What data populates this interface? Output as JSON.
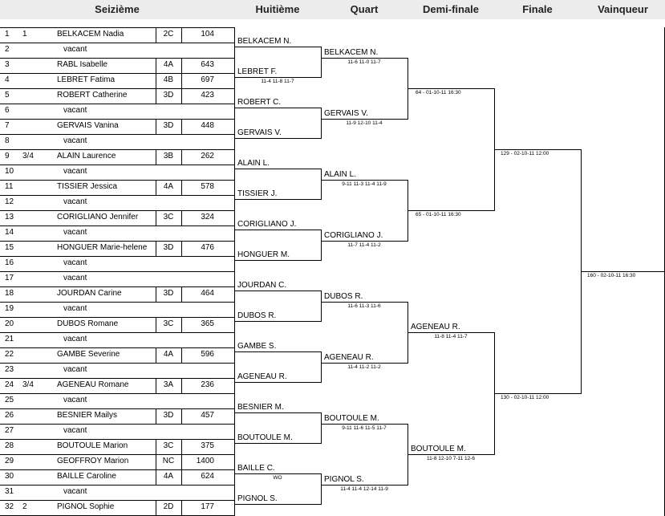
{
  "headers": [
    "Seizième",
    "Huitième",
    "Quart",
    "Demi-finale",
    "Finale",
    "Vainqueur"
  ],
  "seizieme": [
    {
      "num": "1",
      "seed": "1",
      "name": "BELKACEM Nadia",
      "club": "2C",
      "pts": "104"
    },
    {
      "num": "2",
      "seed": "",
      "name": "vacant",
      "club": "",
      "pts": ""
    },
    {
      "num": "3",
      "seed": "",
      "name": "RABL Isabelle",
      "club": "4A",
      "pts": "643"
    },
    {
      "num": "4",
      "seed": "",
      "name": "LEBRET Fatima",
      "club": "4B",
      "pts": "697"
    },
    {
      "num": "5",
      "seed": "",
      "name": "ROBERT Catherine",
      "club": "3D",
      "pts": "423"
    },
    {
      "num": "6",
      "seed": "",
      "name": "vacant",
      "club": "",
      "pts": ""
    },
    {
      "num": "7",
      "seed": "",
      "name": "GERVAIS Vanina",
      "club": "3D",
      "pts": "448"
    },
    {
      "num": "8",
      "seed": "",
      "name": "vacant",
      "club": "",
      "pts": ""
    },
    {
      "num": "9",
      "seed": "3/4",
      "name": "ALAIN Laurence",
      "club": "3B",
      "pts": "262"
    },
    {
      "num": "10",
      "seed": "",
      "name": "vacant",
      "club": "",
      "pts": ""
    },
    {
      "num": "11",
      "seed": "",
      "name": "TISSIER Jessica",
      "club": "4A",
      "pts": "578"
    },
    {
      "num": "12",
      "seed": "",
      "name": "vacant",
      "club": "",
      "pts": ""
    },
    {
      "num": "13",
      "seed": "",
      "name": "CORIGLIANO Jennifer",
      "club": "3C",
      "pts": "324"
    },
    {
      "num": "14",
      "seed": "",
      "name": "vacant",
      "club": "",
      "pts": ""
    },
    {
      "num": "15",
      "seed": "",
      "name": "HONGUER Marie-helene",
      "club": "3D",
      "pts": "476"
    },
    {
      "num": "16",
      "seed": "",
      "name": "vacant",
      "club": "",
      "pts": ""
    },
    {
      "num": "17",
      "seed": "",
      "name": "vacant",
      "club": "",
      "pts": ""
    },
    {
      "num": "18",
      "seed": "",
      "name": "JOURDAN Carine",
      "club": "3D",
      "pts": "464"
    },
    {
      "num": "19",
      "seed": "",
      "name": "vacant",
      "club": "",
      "pts": ""
    },
    {
      "num": "20",
      "seed": "",
      "name": "DUBOS Romane",
      "club": "3C",
      "pts": "365"
    },
    {
      "num": "21",
      "seed": "",
      "name": "vacant",
      "club": "",
      "pts": ""
    },
    {
      "num": "22",
      "seed": "",
      "name": "GAMBE Severine",
      "club": "4A",
      "pts": "596"
    },
    {
      "num": "23",
      "seed": "",
      "name": "vacant",
      "club": "",
      "pts": ""
    },
    {
      "num": "24",
      "seed": "3/4",
      "name": "AGENEAU Romane",
      "club": "3A",
      "pts": "236"
    },
    {
      "num": "25",
      "seed": "",
      "name": "vacant",
      "club": "",
      "pts": ""
    },
    {
      "num": "26",
      "seed": "",
      "name": "BESNIER Mailys",
      "club": "3D",
      "pts": "457"
    },
    {
      "num": "27",
      "seed": "",
      "name": "vacant",
      "club": "",
      "pts": ""
    },
    {
      "num": "28",
      "seed": "",
      "name": "BOUTOULE Marion",
      "club": "3C",
      "pts": "375"
    },
    {
      "num": "29",
      "seed": "",
      "name": "GEOFFROY Marion",
      "club": "NC",
      "pts": "1400"
    },
    {
      "num": "30",
      "seed": "",
      "name": "BAILLE Caroline",
      "club": "4A",
      "pts": "624"
    },
    {
      "num": "31",
      "seed": "",
      "name": "vacant",
      "club": "",
      "pts": ""
    },
    {
      "num": "32",
      "seed": "2",
      "name": "PIGNOL Sophie",
      "club": "2D",
      "pts": "177"
    }
  ],
  "huitieme": [
    {
      "name": "BELKACEM N.",
      "score": ""
    },
    {
      "name": "LEBRET F.",
      "score": "11-4 11-8 11-7"
    },
    {
      "name": "ROBERT C.",
      "score": ""
    },
    {
      "name": "GERVAIS V.",
      "score": ""
    },
    {
      "name": "ALAIN L.",
      "score": ""
    },
    {
      "name": "TISSIER J.",
      "score": ""
    },
    {
      "name": "CORIGLIANO J.",
      "score": ""
    },
    {
      "name": "HONGUER M.",
      "score": ""
    },
    {
      "name": "JOURDAN C.",
      "score": ""
    },
    {
      "name": "DUBOS R.",
      "score": ""
    },
    {
      "name": "GAMBE S.",
      "score": ""
    },
    {
      "name": "AGENEAU R.",
      "score": ""
    },
    {
      "name": "BESNIER M.",
      "score": ""
    },
    {
      "name": "BOUTOULE M.",
      "score": ""
    },
    {
      "name": "BAILLE C.",
      "score": "WO"
    },
    {
      "name": "PIGNOL S.",
      "score": ""
    }
  ],
  "quart": [
    {
      "name": "BELKACEM N.",
      "score": "11-6 11-0 11-7"
    },
    {
      "name": "GERVAIS V.",
      "score": "11-9 12-10 11-4"
    },
    {
      "name": "ALAIN L.",
      "score": "9-11 11-3 11-4 11-9"
    },
    {
      "name": "CORIGLIANO J.",
      "score": "11-7 11-4 11-2"
    },
    {
      "name": "DUBOS R.",
      "score": "11-6 11-3 11-6"
    },
    {
      "name": "AGENEAU R.",
      "score": "11-4 11-2 11-2"
    },
    {
      "name": "BOUTOULE M.",
      "score": "9-11 11-6 11-5 11-7"
    },
    {
      "name": "PIGNOL S.",
      "score": "11-4 11-4 12-14 11-9"
    }
  ],
  "demi": [
    {
      "name": "",
      "score": ""
    },
    {
      "name": "",
      "score": ""
    },
    {
      "name": "AGENEAU R.",
      "score": "11-8 11-4 11-7"
    },
    {
      "name": "BOUTOULE M.",
      "score": "11-8 12-10 7-11 12-6"
    }
  ],
  "matches": {
    "demi": [
      "64 - 01-10-11 16:30",
      "65 - 01-10-11 16:30"
    ],
    "finale": [
      "129 - 02-10-11 12:00",
      "130 - 02-10-11 12:00"
    ],
    "vainqueur": [
      "160 - 02-10-11 16:30"
    ]
  }
}
